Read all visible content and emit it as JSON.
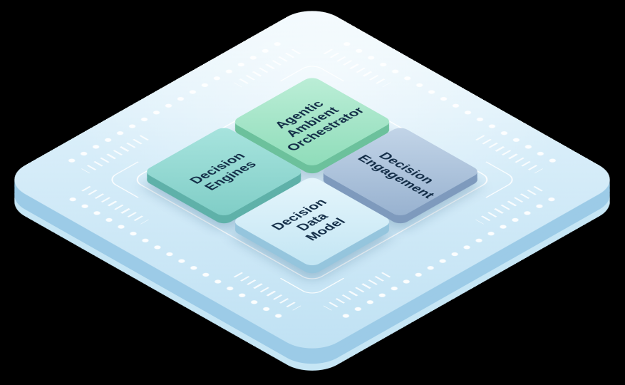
{
  "scene": {
    "type": "isometric-chip-illustration",
    "background_color": "#000000",
    "chip_face_color": "#d7edf9",
    "chip_side_color": "#9ccbe7",
    "chip_bottom_lip_color": "#c6e6f5",
    "marking_color": "#ffffff",
    "label_text_color": "#122c46"
  },
  "chip": {
    "tiles": [
      {
        "id": "agentic-ambient-orchestrator",
        "label": "Agentic Ambient Orchestrator",
        "face_color": "#8edcb9",
        "side_color": "#6cc19c",
        "position": "top"
      },
      {
        "id": "decision-engines",
        "label": "Decision Engines",
        "face_color": "#7fcdc6",
        "side_color": "#5fb1a9",
        "position": "left"
      },
      {
        "id": "decision-engagement",
        "label": "Decision Engagement",
        "face_color": "#97b1cf",
        "side_color": "#7e9abd",
        "position": "right"
      },
      {
        "id": "decision-data-model",
        "label": "Decision Data Model",
        "face_color": "#c2e5f3",
        "side_color": "#95c5dd",
        "position": "bottom"
      }
    ]
  }
}
